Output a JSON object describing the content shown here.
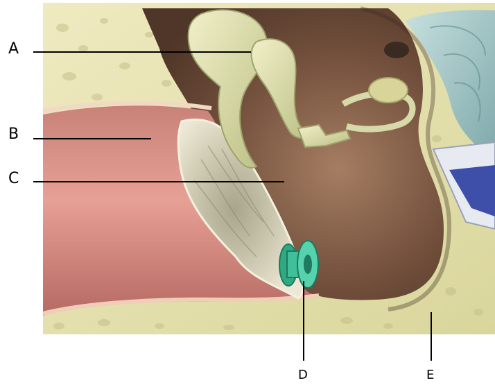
{
  "labels": {
    "a": "A",
    "b": "B",
    "c": "C",
    "d": "D",
    "e": "E"
  },
  "colors": {
    "bone": "#e9e6b4",
    "bone_dark": "#cfcf93",
    "cavity_brown": "#7a5a45",
    "canal_pink": "#d98b7f",
    "drum_gray": "#c9c4aa",
    "tube_green": "#3fbf9a",
    "cochlea_blue": "#9fc6c6",
    "leader_line": "#000000"
  },
  "icons": {
    "tympanostomy_tube": "green-grommet-icon"
  }
}
